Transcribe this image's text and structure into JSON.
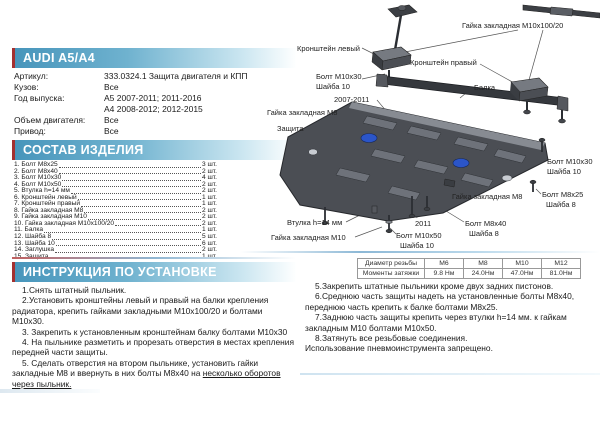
{
  "colors": {
    "accent_red": "#a33030",
    "header_blue": "#4795bb",
    "plug_blue": "#2b55c8"
  },
  "header": {
    "title": "AUDI A5/A4"
  },
  "specs": {
    "rows": [
      {
        "label": "Артикул:",
        "value": "333.0324.1 Защита двигателя и КПП"
      },
      {
        "label": "Кузов:",
        "value": "Все"
      },
      {
        "label": "Год выпуска:",
        "value": "А5 2007-2011; 2011-2016"
      },
      {
        "label": "",
        "value": "А4 2008-2012; 2012-2015"
      },
      {
        "label": "Объем двигателя:",
        "value": "Все"
      },
      {
        "label": "Привод:",
        "value": "Все"
      }
    ]
  },
  "parts": {
    "title": "СОСТАВ ИЗДЕЛИЯ",
    "items": [
      {
        "name": "1. Болт М8х25",
        "qty": "3 шт."
      },
      {
        "name": "2. Болт М8х40",
        "qty": "2 шт."
      },
      {
        "name": "3. Болт М10х30",
        "qty": "4 шт."
      },
      {
        "name": "4. Болт М10х50",
        "qty": "2 шт."
      },
      {
        "name": "5. Втулка h=14 мм",
        "qty": "2 шт."
      },
      {
        "name": "6. Кронштейн левый",
        "qty": "1 шт."
      },
      {
        "name": "7. Кронштейн правый",
        "qty": "1 шт."
      },
      {
        "name": "8. Гайка закладная М8",
        "qty": "2 шт."
      },
      {
        "name": "9. Гайка закладная М10",
        "qty": "2 шт."
      },
      {
        "name": "10. Гайка закладная М10х100/20",
        "qty": "2 шт."
      },
      {
        "name": "11. Балка",
        "qty": "1 шт."
      },
      {
        "name": "12. Шайба 8",
        "qty": "5 шт."
      },
      {
        "name": "13. Шайба 10",
        "qty": "6 шт."
      },
      {
        "name": "14. Заглушка",
        "qty": "2 шт."
      },
      {
        "name": "15. Защита",
        "qty": "1 шт."
      }
    ]
  },
  "instructions": {
    "title": "ИНСТРУКЦИЯ ПО УСТАНОВКЕ",
    "left": [
      "1.Снять штатный пыльник.",
      "2.Установить кронштейны левый и правый на балки крепления радиатора, крепить гайками закладными М10х100/20 и болтами М10х30.",
      "3. Закрепить к установленным кронштейнам балку болтами М10х30",
      "4. На пыльнике разметить и прорезать отверстия в местах крепления передней части защиты."
    ],
    "left5_text": "5. Сделать отверстия на втором пыльнике, установить гайки закладные М8 и ввернуть в них болты М8х40 на ",
    "left5_underlined": "несколько оборотов через пыльник.",
    "right": [
      "5.Закрепить штатные пыльники кроме двух задних пистонов.",
      "6.Среднюю часть защиты надеть на установленные болты М8х40, переднюю часть крепить к балке болтами М8х25.",
      "7.Заднюю часть защиты крепить через втулки h=14 мм. к гайкам закладным М10 болтами М10х50.",
      "8.Затянуть все резьбовые соединения.",
      "Использование пневмоинструмента запрещено."
    ]
  },
  "torque_table": {
    "headers": [
      "Диаметр резьбы",
      "М6",
      "М8",
      "М10",
      "М12"
    ],
    "row_label": "Моменты затяжки",
    "values": [
      "9.8 Нм",
      "24.0Нм",
      "47.0Нм",
      "81.0Нм"
    ]
  },
  "diagram": {
    "labels": [
      "Кронштейн левый",
      "Кронштейн правый",
      "Гайка закладная М10х100/20",
      "Болт М10х30",
      "Шайба 10",
      "Балка",
      "2007-2011",
      "Гайка закладная М8",
      "Защита",
      "Болт М10х30",
      "Шайба 10",
      "Гайка закладная М8",
      "Болт М8х25",
      "Шайба 8",
      "Болт М8х40",
      "Шайба 8",
      "Втулка h=14 мм",
      "Гайка закладная М10",
      "Болт М10х50",
      "Шайба 10",
      "2011"
    ]
  }
}
